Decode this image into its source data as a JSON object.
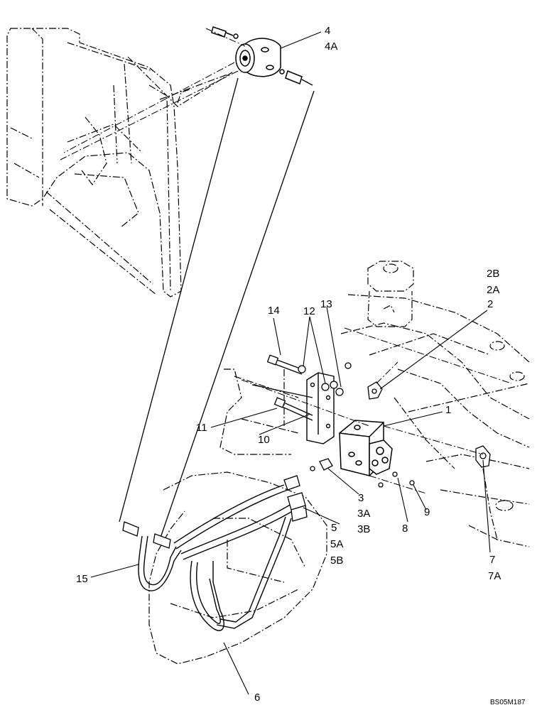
{
  "diagram": {
    "ref_code": "BS05M187",
    "callouts": {
      "c1": "1",
      "c2": "2",
      "c2a": "2A",
      "c2b": "2B",
      "c3": "3",
      "c3a": "3A",
      "c3b": "3B",
      "c4": "4",
      "c4a": "4A",
      "c5": "5",
      "c5a": "5A",
      "c5b": "5B",
      "c6": "6",
      "c7": "7",
      "c7a": "7A",
      "c8": "8",
      "c9": "9",
      "c10": "10",
      "c11": "11",
      "c12": "12",
      "c13": "13",
      "c14": "14",
      "c15": "15"
    }
  }
}
